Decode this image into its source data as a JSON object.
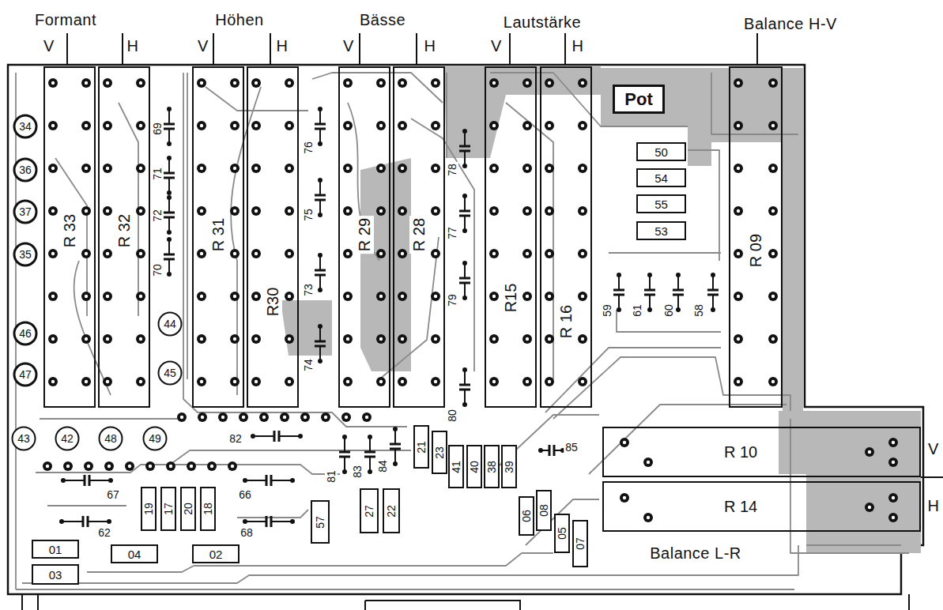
{
  "diagram": {
    "nodes": [
      {
        "text": [
          "R 33"
        ]
      },
      {
        "text": [
          "R 32"
        ]
      },
      {
        "text": [
          "R 31"
        ]
      },
      {
        "text": [
          "R30"
        ]
      },
      {
        "text": [
          "R 29"
        ]
      },
      {
        "text": [
          "R 28"
        ]
      },
      {
        "text": [
          "R15"
        ]
      },
      {
        "text": [
          "R 16"
        ]
      },
      {
        "text": [
          "R 09"
        ]
      },
      {
        "text": [
          "Pot"
        ]
      },
      {
        "text": [
          "50"
        ]
      },
      {
        "text": [
          "54"
        ]
      },
      {
        "text": [
          "55"
        ]
      },
      {
        "text": [
          "53"
        ]
      },
      {
        "text": [
          "34"
        ]
      },
      {
        "text": [
          "36"
        ]
      },
      {
        "text": [
          "37"
        ]
      },
      {
        "text": [
          "35"
        ]
      },
      {
        "text": [
          "46"
        ]
      },
      {
        "text": [
          "47"
        ]
      },
      {
        "text": [
          "44"
        ]
      },
      {
        "text": [
          "45"
        ]
      },
      {
        "text": [
          "43"
        ]
      },
      {
        "text": [
          "42"
        ]
      },
      {
        "text": [
          "48"
        ]
      },
      {
        "text": [
          "49"
        ]
      },
      {
        "text": [
          "21"
        ]
      },
      {
        "text": [
          "23"
        ]
      },
      {
        "text": [
          "41"
        ]
      },
      {
        "text": [
          "40"
        ]
      },
      {
        "text": [
          "38"
        ]
      },
      {
        "text": [
          "39"
        ]
      },
      {
        "text": [
          "19"
        ]
      },
      {
        "text": [
          "17"
        ]
      },
      {
        "text": [
          "20"
        ]
      },
      {
        "text": [
          "18"
        ]
      },
      {
        "text": [
          "57"
        ]
      },
      {
        "text": [
          "27"
        ]
      },
      {
        "text": [
          "22"
        ]
      },
      {
        "text": [
          "06"
        ]
      },
      {
        "text": [
          "08"
        ]
      },
      {
        "text": [
          "05"
        ]
      },
      {
        "text": [
          "07"
        ]
      },
      {
        "text": [
          "R 10"
        ]
      },
      {
        "text": [
          "R 14"
        ]
      },
      {
        "text": [
          "01"
        ]
      },
      {
        "text": [
          "04"
        ]
      },
      {
        "text": [
          "02"
        ]
      },
      {
        "text": [
          "03"
        ]
      }
    ],
    "labels": [
      "Formant",
      "V",
      "H",
      "Höhen",
      "V",
      "H",
      "Bässe",
      "V",
      "H",
      "Lautstärke",
      "V",
      "H",
      "Balance H-V",
      "69",
      "71",
      "72",
      "70",
      "76",
      "75",
      "73",
      "74",
      "78",
      "77",
      "79",
      "80",
      "59",
      "61",
      "60",
      "58",
      "82",
      "85",
      "81",
      "83",
      "84",
      "67",
      "66",
      "62",
      "68",
      "Balance L-R",
      "V",
      "H"
    ]
  }
}
